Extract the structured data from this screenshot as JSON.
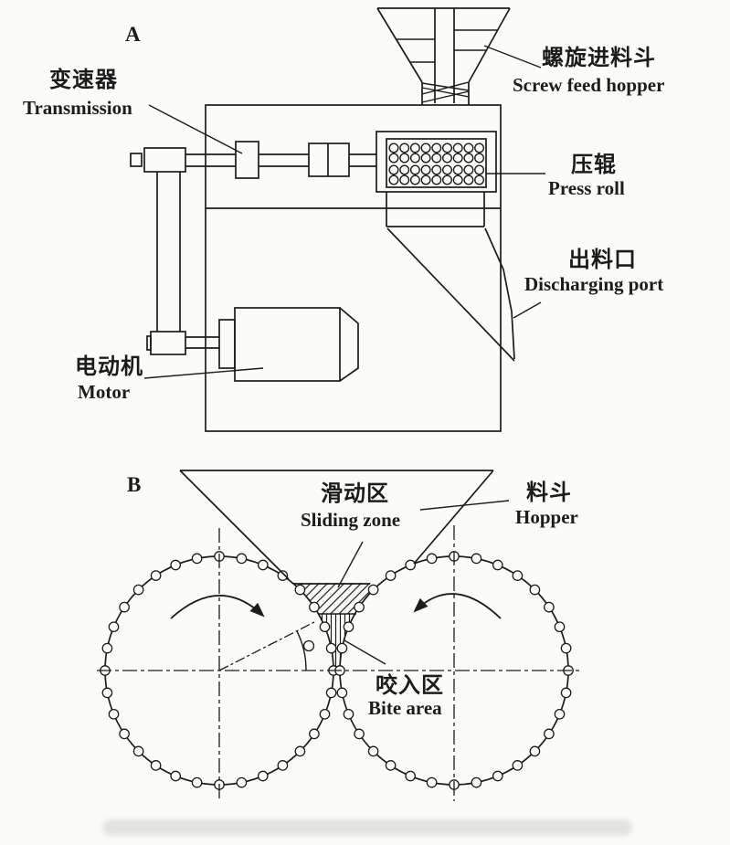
{
  "page": {
    "background": "#fbfbf8",
    "ink": "#1c1c1c"
  },
  "figure_a": {
    "label": "A",
    "parts": {
      "transmission": {
        "zh": "变速器",
        "en": "Transmission"
      },
      "screw_feed_hopper": {
        "zh": "螺旋进料斗",
        "en": "Screw feed hopper"
      },
      "press_roll": {
        "zh": "压辊",
        "en": "Press roll"
      },
      "discharging_port": {
        "zh": "出料口",
        "en": "Discharging port"
      },
      "motor": {
        "zh": "电动机",
        "en": "Motor"
      }
    }
  },
  "figure_b": {
    "label": "B",
    "parts": {
      "sliding_zone": {
        "zh": "滑动区",
        "en": "Sliding zone"
      },
      "hopper": {
        "zh": "料斗",
        "en": "Hopper"
      },
      "bite_area": {
        "zh": "咬入区",
        "en": "Bite area"
      }
    }
  }
}
